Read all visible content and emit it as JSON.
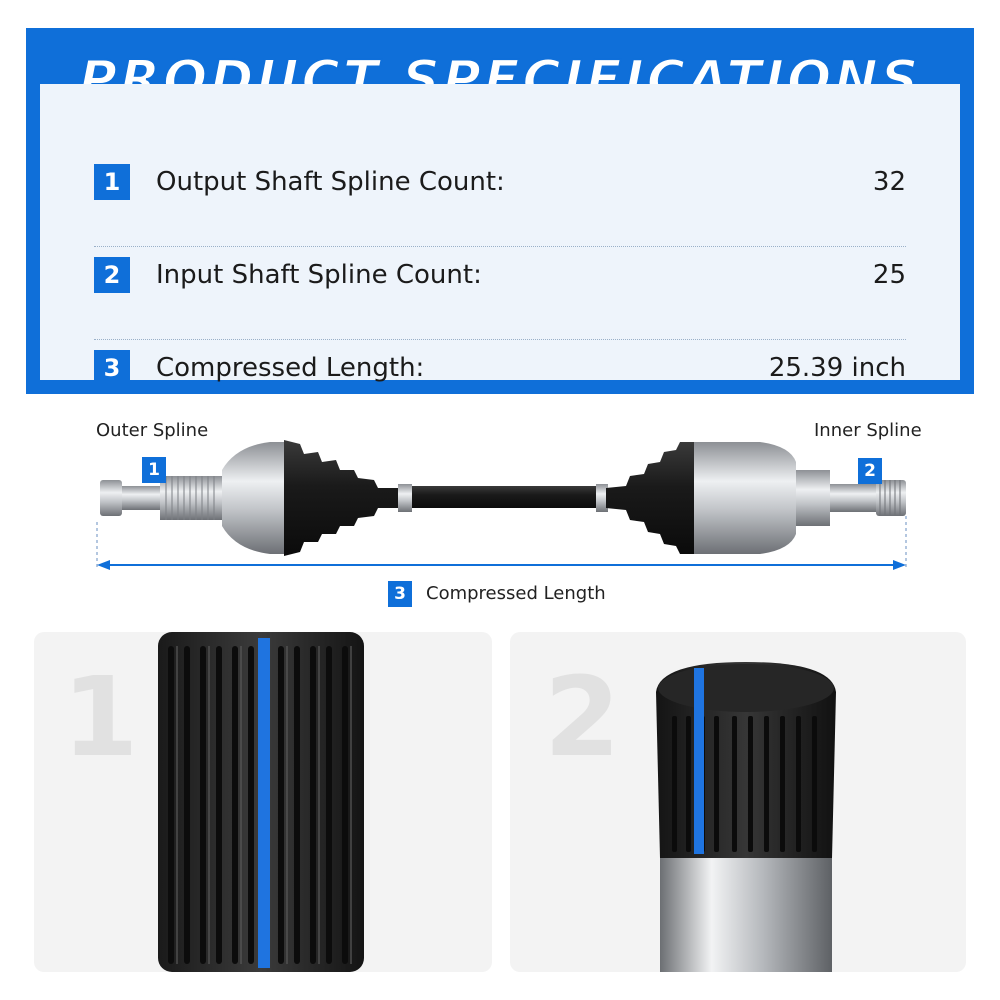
{
  "title": "PRODUCT SPECIFICATIONS",
  "specs": [
    {
      "number": "1",
      "label": "Output Shaft Spline Count:",
      "value": "32"
    },
    {
      "number": "2",
      "label": "Input Shaft Spline Count:",
      "value": "25"
    },
    {
      "number": "3",
      "label": "Compressed Length:",
      "value": "25.39 inch"
    }
  ],
  "diagram": {
    "outer_label": "Outer Spline",
    "inner_label": "Inner Spline",
    "badge_outer": "1",
    "badge_inner": "2",
    "length_badge": "3",
    "length_label": "Compressed Length"
  },
  "detail_cards": [
    {
      "number": "1"
    },
    {
      "number": "2"
    }
  ],
  "colors": {
    "accent": "#0f6fd9",
    "panel_bg": "#eef4fb",
    "card_bg": "#f3f3f3",
    "rubber": "#222222",
    "steel": "#b9bcc0"
  }
}
